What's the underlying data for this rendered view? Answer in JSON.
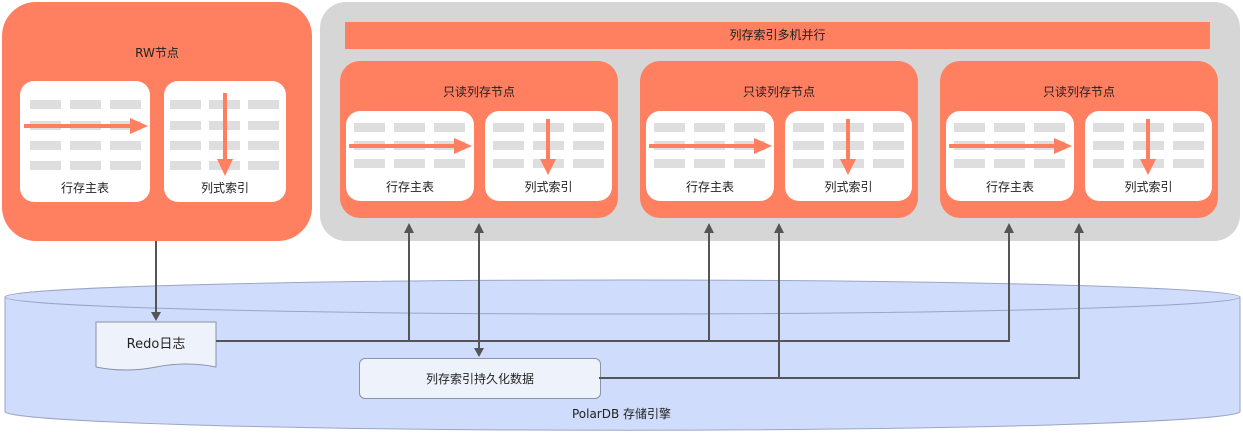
{
  "rw_node": {
    "title": "RW节点",
    "row_table_label": "行存主表",
    "column_index_label": "列式索引"
  },
  "parallel_group": {
    "banner": "列存索引多机并行",
    "nodes": [
      {
        "title": "只读列存节点",
        "row_table_label": "行存主表",
        "column_index_label": "列式索引"
      },
      {
        "title": "只读列存节点",
        "row_table_label": "行存主表",
        "column_index_label": "列式索引"
      },
      {
        "title": "只读列存节点",
        "row_table_label": "行存主表",
        "column_index_label": "列式索引"
      }
    ]
  },
  "storage": {
    "engine_label": "PolarDB 存储引擎",
    "redo_log_label": "Redo日志",
    "persisted_data_label": "列存索引持久化数据"
  },
  "colors": {
    "node_fill": "#ff7f61",
    "group_fill": "#d6d6d6",
    "storage_fill": "#cfdcfb",
    "connector": "#555555"
  }
}
